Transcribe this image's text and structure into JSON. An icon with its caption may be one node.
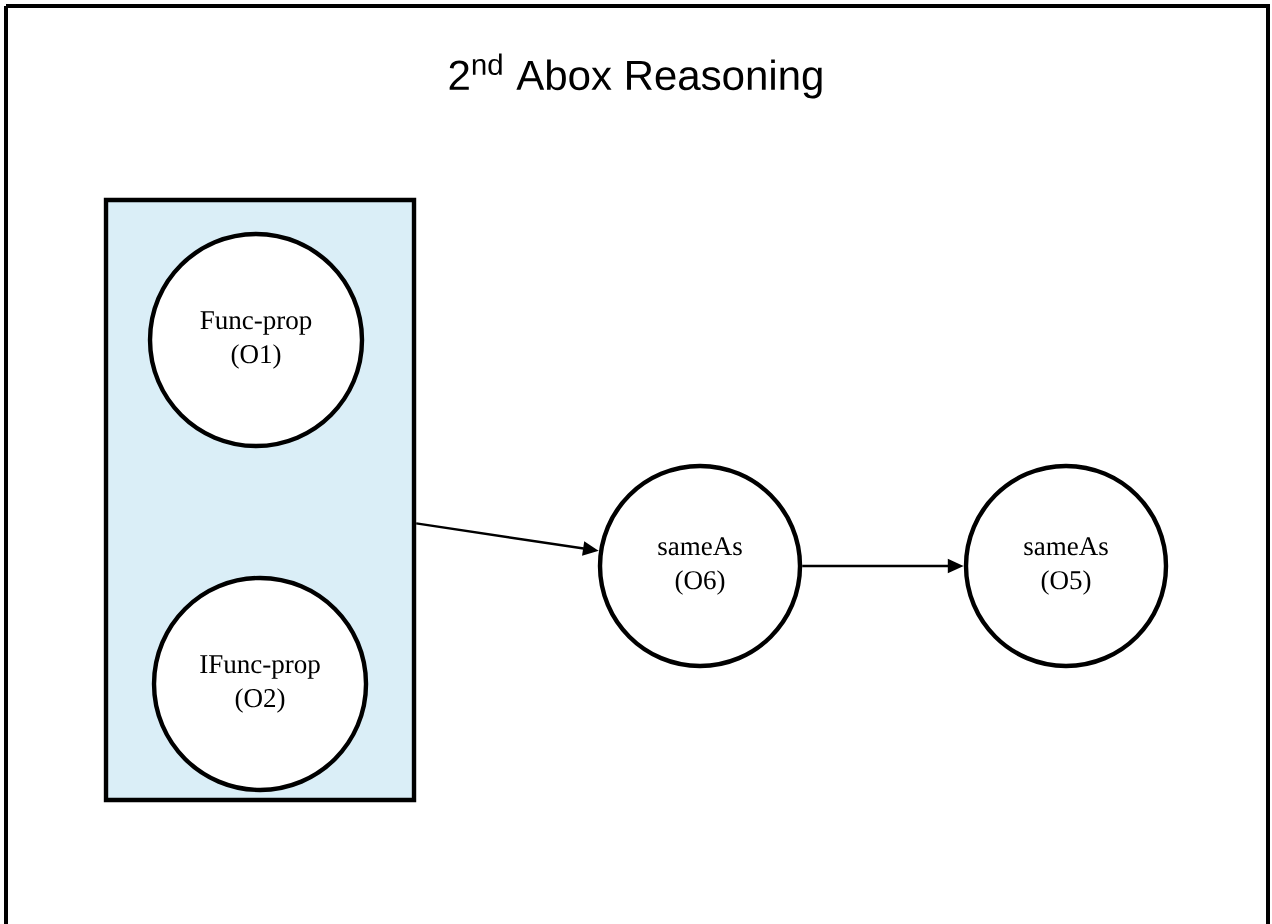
{
  "diagram": {
    "title": "2$^{nd}$ Abox Reasoning",
    "nodes": [
      {
        "text": [],
        "shape": "box"
      },
      {
        "text": [
          "Func-prop (O1)"
        ],
        "in": 0
      },
      {
        "text": [
          "IFunc-prop (O2)"
        ],
        "in": 0
      },
      {
        "text": [
          "sameAs (O6)"
        ]
      },
      {
        "text": [
          "sameAs (O5)"
        ]
      }
    ],
    "edges": [
      {
        "from": 0,
        "to": 3,
        "arrow": "to"
      },
      {
        "from": 3,
        "to": 4,
        "arrow": "to"
      }
    ]
  }
}
